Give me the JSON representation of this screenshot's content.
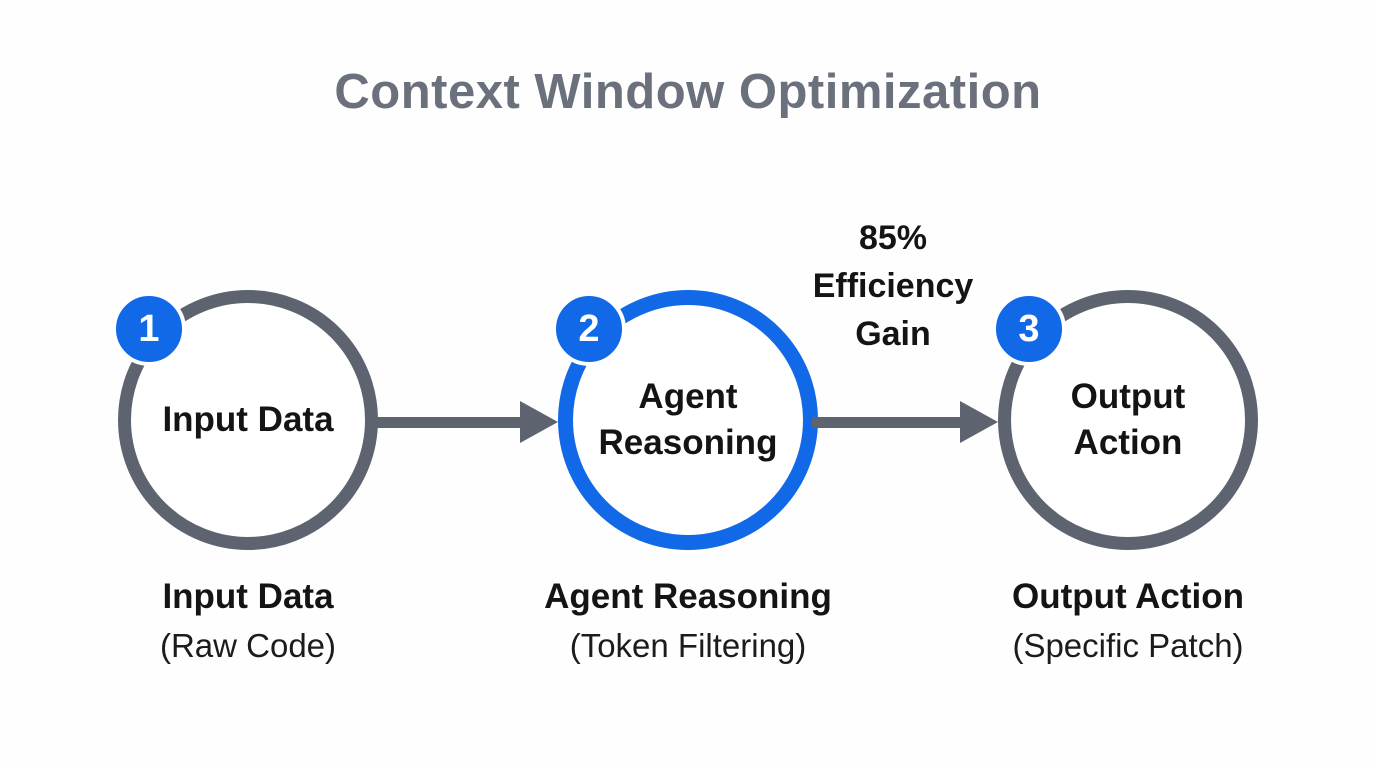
{
  "title": "Context Window Optimization",
  "colors": {
    "accent_blue": "#1169e8",
    "ring_gray": "#5d6470",
    "title_gray": "#6a717c",
    "text_black": "#141414",
    "background": "#ffffff"
  },
  "annotation": {
    "lines": [
      "85%",
      "Efficiency",
      "Gain"
    ]
  },
  "nodes": [
    {
      "number": "1",
      "label": "Input Data",
      "caption": "Input Data",
      "subcaption": "(Raw Code)",
      "accent": "gray"
    },
    {
      "number": "2",
      "label": "Agent Reasoning",
      "caption": "Agent Reasoning",
      "subcaption": "(Token Filtering)",
      "accent": "blue"
    },
    {
      "number": "3",
      "label": "Output Action",
      "caption": "Output Action",
      "subcaption": "(Specific Patch)",
      "accent": "gray"
    }
  ]
}
